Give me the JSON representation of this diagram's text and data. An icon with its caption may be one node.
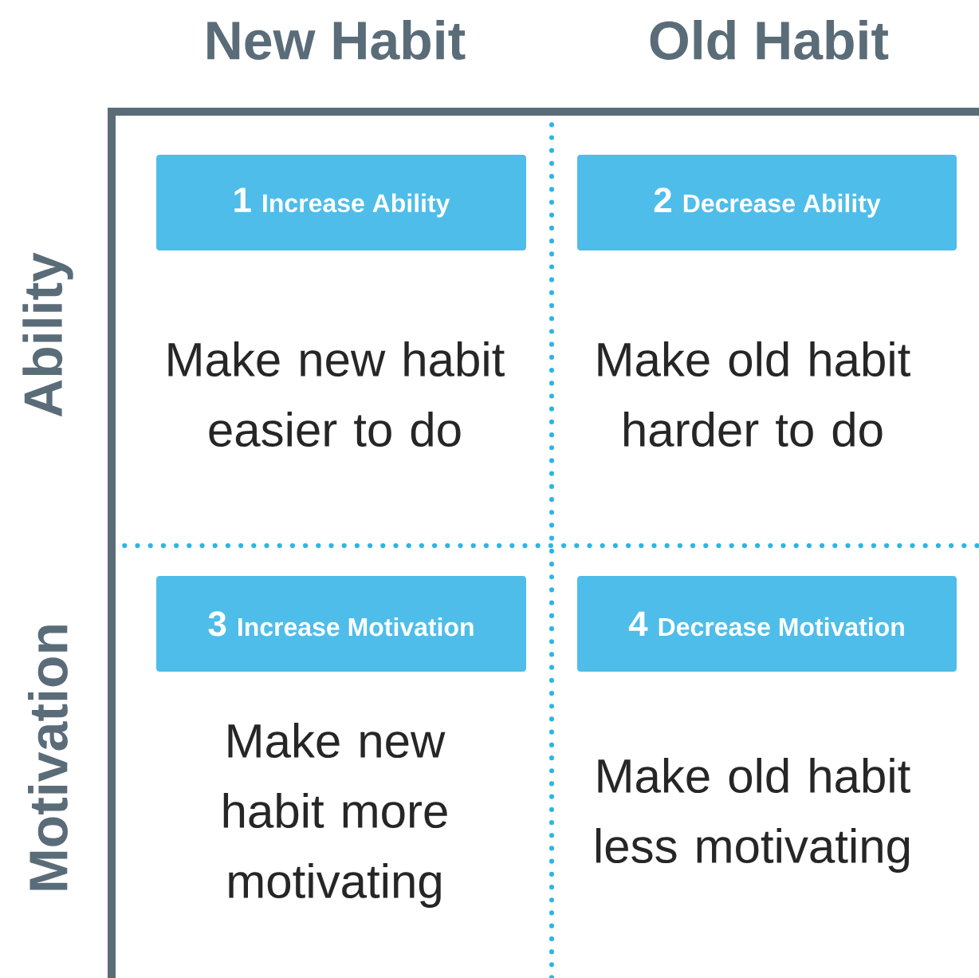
{
  "diagram": {
    "nodes": [
      {
        "text": [
          "1",
          "Increase Ability"
        ]
      },
      {
        "text": [
          "2",
          "Decrease Ability"
        ]
      },
      {
        "text": [
          "3",
          "Increase Motivation"
        ]
      },
      {
        "text": [
          "4",
          "Decrease Motivation"
        ]
      }
    ],
    "labels": [
      "New Habit",
      "Old Habit",
      "Ability",
      "Make new habit easier to do",
      "Make old habit harder to do",
      "Motivation",
      "Make new habit more motivating",
      "Make old habit less motivating"
    ]
  }
}
